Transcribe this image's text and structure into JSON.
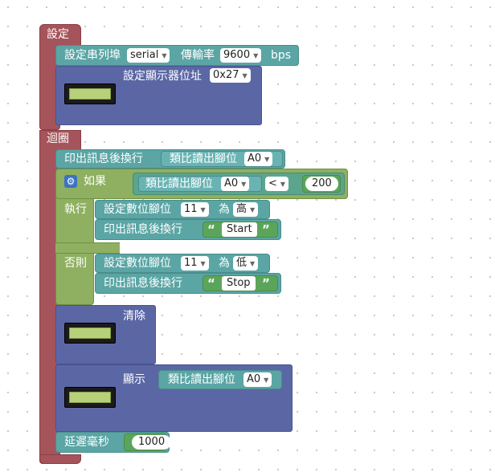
{
  "setup": {
    "label": "設定",
    "serial": {
      "label": "設定串列埠",
      "port": "serial",
      "rate_label": "傳輸率",
      "rate": "9600",
      "unit": "bps"
    },
    "lcd_address": {
      "label": "設定顯示器位址",
      "value": "0x27"
    }
  },
  "loop": {
    "label": "迴圈",
    "print1": {
      "label": "印出訊息後換行",
      "analog_label": "類比讀出腳位",
      "pin": "A0"
    },
    "if_block": {
      "if_label": "如果",
      "condition": {
        "analog_label": "類比讀出腳位",
        "pin": "A0",
        "op": "<",
        "value": "200"
      },
      "then_label": "執行",
      "else_label": "否則",
      "then": {
        "digital": {
          "label": "設定數位腳位",
          "pin": "11",
          "to": "為",
          "level": "高"
        },
        "print": {
          "label": "印出訊息後換行",
          "text": "Start"
        }
      },
      "else": {
        "digital": {
          "label": "設定數位腳位",
          "pin": "11",
          "to": "為",
          "level": "低"
        },
        "print": {
          "label": "印出訊息後換行",
          "text": "Stop"
        }
      }
    },
    "clear": {
      "label": "清除"
    },
    "display": {
      "label": "顯示",
      "analog_label": "類比讀出腳位",
      "pin": "A0"
    },
    "delay": {
      "label": "延遲毫秒",
      "value": "1000"
    }
  },
  "colors": {
    "hat": "#a5545b",
    "teal": "#5ba5a5",
    "lcd": "#5b67a5",
    "lime": "#8fb060"
  }
}
